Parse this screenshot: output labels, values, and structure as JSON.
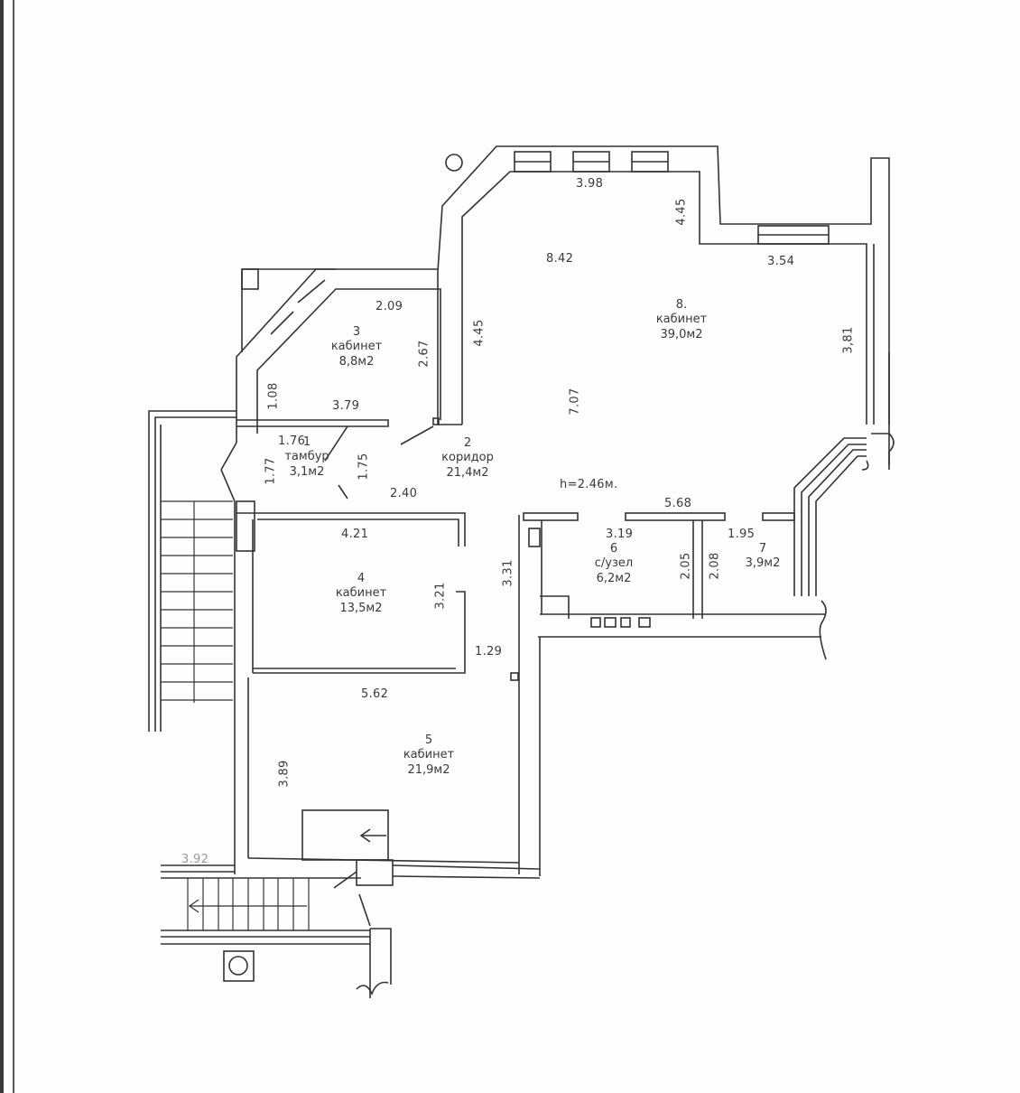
{
  "plan": {
    "ceiling_height": "h=2.46м.",
    "rooms": [
      {
        "num": "1",
        "name": "тамбур",
        "area": "3,1м2"
      },
      {
        "num": "2",
        "name": "коридор",
        "area": "21,4м2"
      },
      {
        "num": "3",
        "name": "кабинет",
        "area": "8,8м2"
      },
      {
        "num": "4",
        "name": "кабинет",
        "area": "13,5м2"
      },
      {
        "num": "5",
        "name": "кабинет",
        "area": "21,9м2"
      },
      {
        "num": "6",
        "name": "с/узел",
        "area": "6,2м2"
      },
      {
        "num": "7",
        "name": "",
        "area": "3,9м2"
      },
      {
        "num": "8.",
        "name": "кабинет",
        "area": "39,0м2"
      }
    ],
    "dimensions": {
      "d398": "3.98",
      "d445a": "4.45",
      "d842": "8.42",
      "d354": "3.54",
      "d381": "3,81",
      "d445b": "4.45",
      "d707": "7.07",
      "d209": "2.09",
      "d267": "2.67",
      "d108": "1.08",
      "d379": "3.79",
      "d176": "1.76",
      "d177": "1.77",
      "d175": "1.75",
      "d240": "2.40",
      "d568": "5.68",
      "d319": "3.19",
      "d205": "2.05",
      "d208": "2.08",
      "d195": "1.95",
      "d421": "4.21",
      "d321": "3.21",
      "d331": "3.31",
      "d129": "1.29",
      "d562": "5.62",
      "d389": "3.89",
      "d392": "3.92"
    }
  }
}
